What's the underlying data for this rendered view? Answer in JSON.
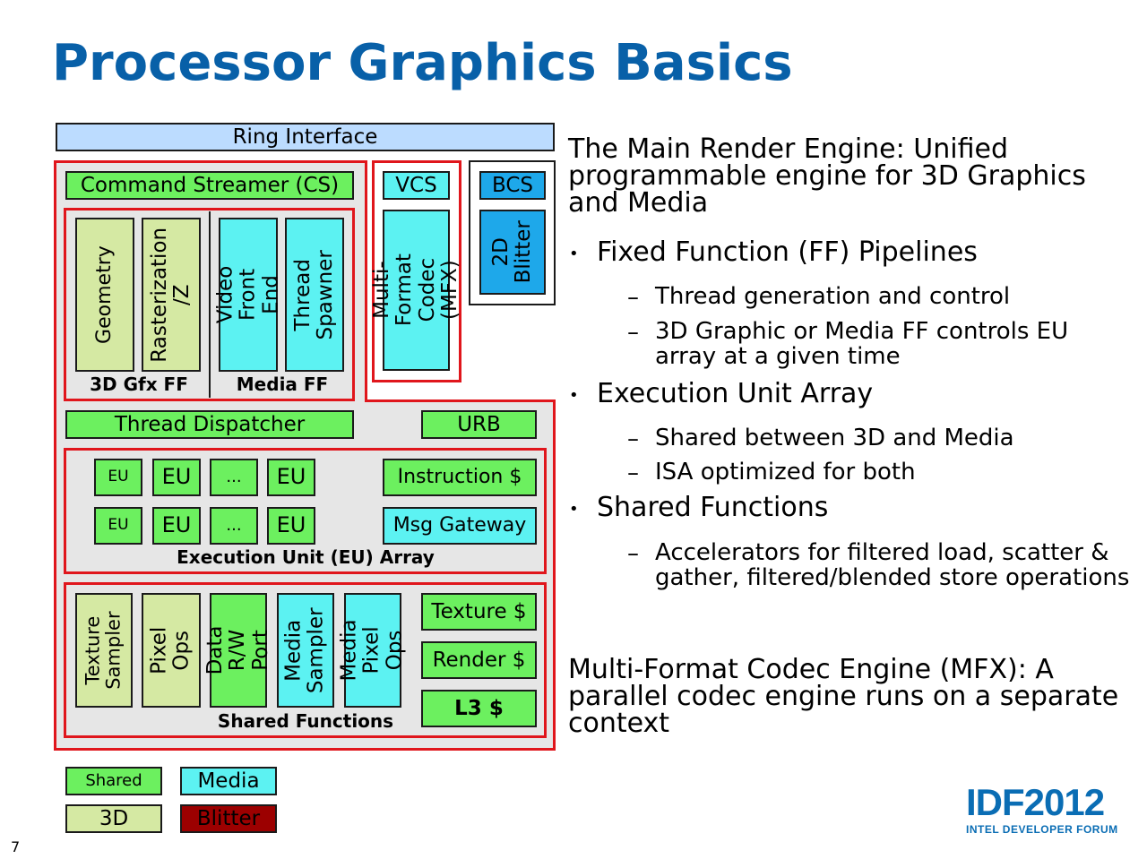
{
  "title": "Processor Graphics Basics",
  "diagram": {
    "ring": "Ring Interface",
    "cs": "Command Streamer (CS)",
    "vcs": "VCS",
    "bcs": "BCS",
    "geometry": "Geometry",
    "rasterization": "Rasterization /Z",
    "video_front_end": "Video Front End",
    "thread_spawner": "Thread Spawner",
    "mfx": "Multi-Format Codec (MFX)",
    "blitter": "2D Blitter",
    "gfx_ff": "3D Gfx FF",
    "media_ff": "Media FF",
    "thread_dispatcher": "Thread Dispatcher",
    "urb": "URB",
    "eu_small": "EU",
    "eu": "EU",
    "ellipsis": "...",
    "instruction_cache": "Instruction $",
    "msg_gateway": "Msg Gateway",
    "eu_array": "Execution Unit (EU) Array",
    "texture_sampler": "Texture Sampler",
    "pixel_ops": "Pixel Ops",
    "data_port": "Data R/W Port",
    "media_sampler": "Media Sampler",
    "media_pixel_ops": "Media Pixel Ops",
    "texture_cache": "Texture $",
    "render_cache": "Render $",
    "l3_cache": "L3 $",
    "shared_functions": "Shared Functions"
  },
  "legend": {
    "shared": "Shared",
    "media": "Media",
    "threed": "3D",
    "blitter": "Blitter"
  },
  "text": {
    "main_engine": "The Main Render Engine: Unified programmable engine for 3D Graphics and Media",
    "ff_pipelines": "Fixed Function (FF) Pipelines",
    "ff_sub1": "Thread generation and control",
    "ff_sub2": "3D Graphic or Media FF controls EU array at a given time",
    "eu_array": "Execution Unit Array",
    "eu_sub1": "Shared between 3D and Media",
    "eu_sub2": "ISA optimized for both",
    "shared_functions": "Shared Functions",
    "sf_sub1": "Accelerators for filtered load, scatter & gather, filtered/blended store operations",
    "mfx_engine": "Multi-Format Codec Engine (MFX): A parallel codec engine runs on a separate context"
  },
  "logo": {
    "brand": "IDF2012",
    "tagline": "INTEL DEVELOPER FORUM"
  },
  "page_number": "7",
  "colors": {
    "title": "#0860a8",
    "shared": "#6cf05f",
    "media": "#5cf2f2",
    "threed": "#d5e9a3",
    "blitter": "#9c0000",
    "bcs": "#1ea8ea",
    "ring": "#bcdcff",
    "frame": "#e0161c"
  }
}
